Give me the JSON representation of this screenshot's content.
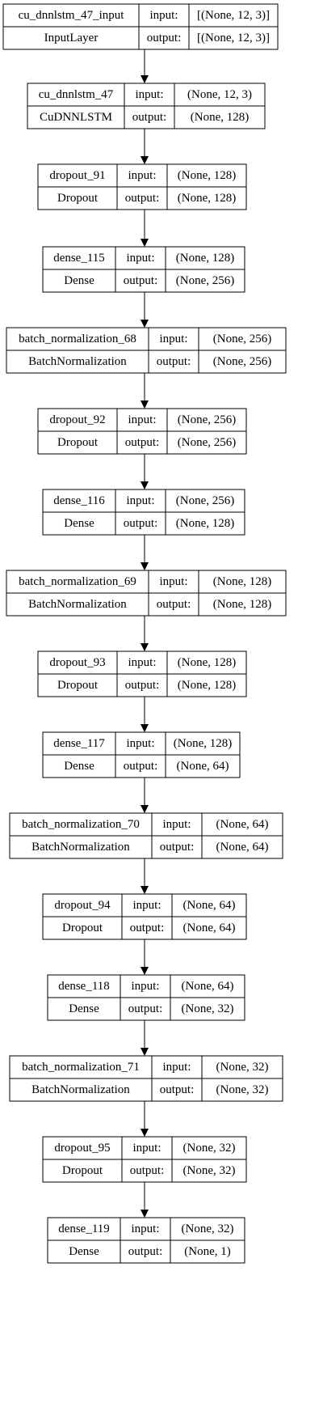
{
  "diagram": {
    "type": "keras-model-plot",
    "colors": {
      "stroke": "#000000",
      "background": "#ffffff",
      "text": "#000000"
    },
    "layers": [
      {
        "name": "cu_dnnlstm_47_input",
        "type": "InputLayer",
        "input_label": "input:",
        "output_label": "output:",
        "input": "[(None, 12, 3)]",
        "output": "[(None, 12, 3)]"
      },
      {
        "name": "cu_dnnlstm_47",
        "type": "CuDNNLSTM",
        "input_label": "input:",
        "output_label": "output:",
        "input": "(None, 12, 3)",
        "output": "(None, 128)"
      },
      {
        "name": "dropout_91",
        "type": "Dropout",
        "input_label": "input:",
        "output_label": "output:",
        "input": "(None, 128)",
        "output": "(None, 128)"
      },
      {
        "name": "dense_115",
        "type": "Dense",
        "input_label": "input:",
        "output_label": "output:",
        "input": "(None, 128)",
        "output": "(None, 256)"
      },
      {
        "name": "batch_normalization_68",
        "type": "BatchNormalization",
        "input_label": "input:",
        "output_label": "output:",
        "input": "(None, 256)",
        "output": "(None, 256)"
      },
      {
        "name": "dropout_92",
        "type": "Dropout",
        "input_label": "input:",
        "output_label": "output:",
        "input": "(None, 256)",
        "output": "(None, 256)"
      },
      {
        "name": "dense_116",
        "type": "Dense",
        "input_label": "input:",
        "output_label": "output:",
        "input": "(None, 256)",
        "output": "(None, 128)"
      },
      {
        "name": "batch_normalization_69",
        "type": "BatchNormalization",
        "input_label": "input:",
        "output_label": "output:",
        "input": "(None, 128)",
        "output": "(None, 128)"
      },
      {
        "name": "dropout_93",
        "type": "Dropout",
        "input_label": "input:",
        "output_label": "output:",
        "input": "(None, 128)",
        "output": "(None, 128)"
      },
      {
        "name": "dense_117",
        "type": "Dense",
        "input_label": "input:",
        "output_label": "output:",
        "input": "(None, 128)",
        "output": "(None, 64)"
      },
      {
        "name": "batch_normalization_70",
        "type": "BatchNormalization",
        "input_label": "input:",
        "output_label": "output:",
        "input": "(None, 64)",
        "output": "(None, 64)"
      },
      {
        "name": "dropout_94",
        "type": "Dropout",
        "input_label": "input:",
        "output_label": "output:",
        "input": "(None, 64)",
        "output": "(None, 64)"
      },
      {
        "name": "dense_118",
        "type": "Dense",
        "input_label": "input:",
        "output_label": "output:",
        "input": "(None, 64)",
        "output": "(None, 32)"
      },
      {
        "name": "batch_normalization_71",
        "type": "BatchNormalization",
        "input_label": "input:",
        "output_label": "output:",
        "input": "(None, 32)",
        "output": "(None, 32)"
      },
      {
        "name": "dropout_95",
        "type": "Dropout",
        "input_label": "input:",
        "output_label": "output:",
        "input": "(None, 32)",
        "output": "(None, 32)"
      },
      {
        "name": "dense_119",
        "type": "Dense",
        "input_label": "input:",
        "output_label": "output:",
        "input": "(None, 32)",
        "output": "(None, 1)"
      }
    ]
  }
}
